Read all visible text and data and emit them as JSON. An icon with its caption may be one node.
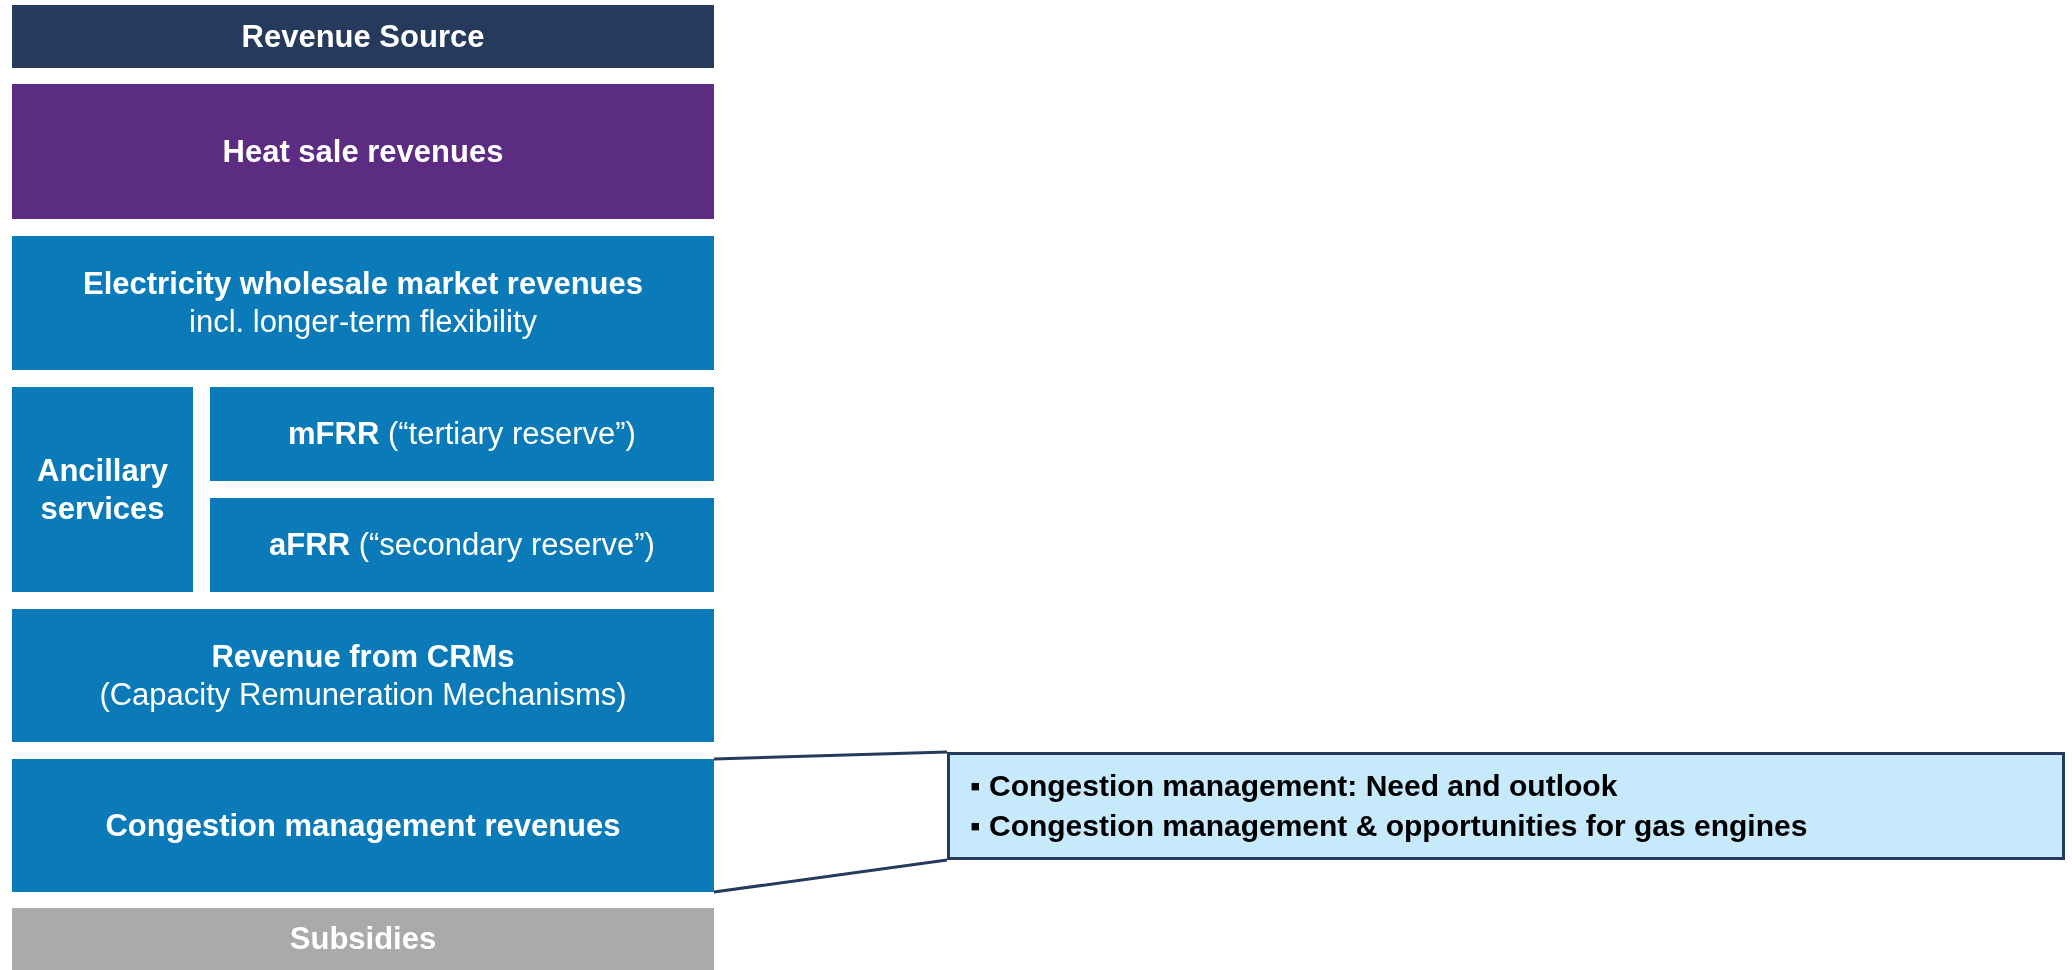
{
  "diagram": {
    "nodes": [
      {
        "text": [
          "Revenue Source"
        ]
      },
      {
        "text": [
          "Heat sale revenues"
        ]
      },
      {
        "text": [
          "Electricity wholesale market revenues",
          "incl. longer-term flexibility"
        ]
      },
      {
        "text": [
          "Ancillary services"
        ]
      },
      {
        "text": [
          "**mFRR** (“tertiary reserve”)"
        ]
      },
      {
        "text": [
          "**aFRR** (“secondary reserve”)"
        ]
      },
      {
        "text": [
          "Revenue from CRMs",
          "(Capacity Remuneration Mechanisms)"
        ]
      },
      {
        "text": [
          "Congestion management revenues"
        ]
      },
      {
        "text": [
          "Subsidies"
        ]
      },
      {
        "text": [
          "▪ Congestion management: Need and outlook",
          "▪ Congestion management & opportunities for gas engines"
        ]
      }
    ],
    "edges": [
      {
        "from": 7,
        "to": 9,
        "arrow": "none"
      },
      {
        "from": 7,
        "to": 9,
        "arrow": "none"
      }
    ]
  }
}
